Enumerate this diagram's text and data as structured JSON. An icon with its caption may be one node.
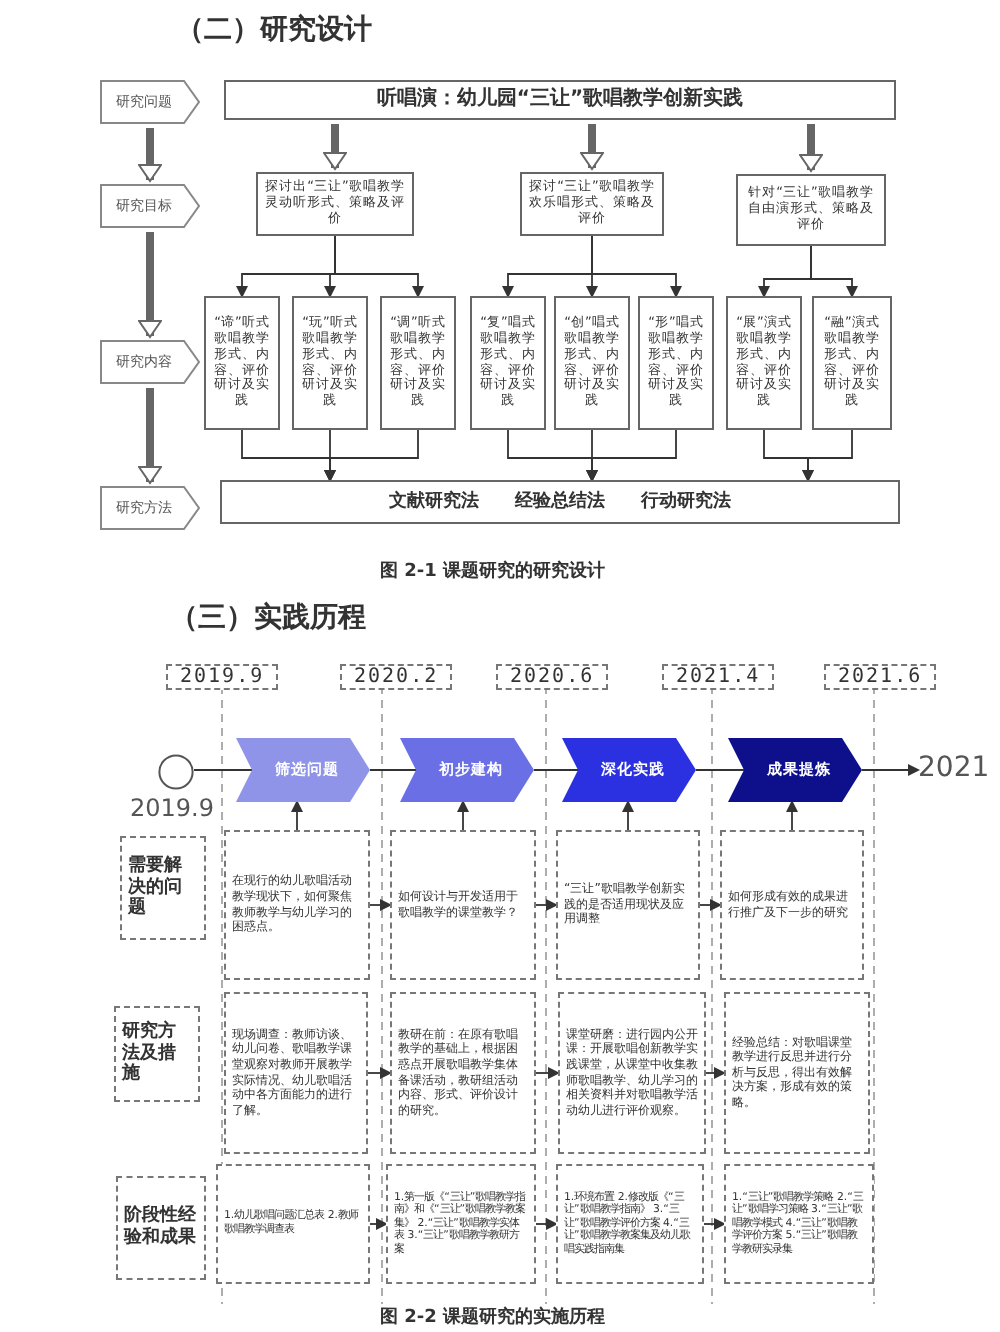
{
  "diagram": {
    "title": "（二）研究设计",
    "caption": "图 2-1 课题研究的研究设计",
    "nodes": [
      {
        "text": [
          "研究问题"
        ]
      },
      {
        "text": [
          "听唱演：幼儿园“三让”歌唱教学创新实践"
        ]
      },
      {
        "text": [
          "研究目标"
        ]
      },
      {
        "text": [
          "探讨出“三让”歌唱教学灵动听形式、策略及评价"
        ]
      },
      {
        "text": [
          "探讨“三让”歌唱教学欢乐唱形式、策略及评价"
        ]
      },
      {
        "text": [
          "针对“三让”歌唱教学自由演形式、策略及评价"
        ]
      },
      {
        "text": [
          "研究内容"
        ]
      },
      {
        "text": [
          "“谛”听式歌唱教学形式、内容、评价研讨及实践"
        ]
      },
      {
        "text": [
          "“玩”听式歌唱教学形式、内容、评价研讨及实践"
        ]
      },
      {
        "text": [
          "“调”听式歌唱教学形式、内容、评价研讨及实践"
        ]
      },
      {
        "text": [
          "“复”唱式歌唱教学形式、内容、评价研讨及实践"
        ]
      },
      {
        "text": [
          "“创”唱式歌唱教学形式、内容、评价研讨及实践"
        ]
      },
      {
        "text": [
          "“形”唱式歌唱教学形式、内容、评价研讨及实践"
        ]
      },
      {
        "text": [
          "“展”演式歌唱教学形式、内容、评价研讨及实践"
        ]
      },
      {
        "text": [
          "“融”演式歌唱教学形式、内容、评价研讨及实践"
        ]
      },
      {
        "text": [
          "研究方法"
        ]
      },
      {
        "text": [
          "文献研究法",
          "经验总结法",
          "行动研究法"
        ]
      },
      {
        "text": [],
        "shape": "circle",
        "beside": [
          "2019.9"
        ]
      },
      {
        "text": [
          "筛选问题"
        ]
      },
      {
        "text": [
          "初步建构"
        ]
      },
      {
        "text": [
          "深化实践"
        ]
      },
      {
        "text": [
          "成果提炼"
        ]
      },
      {
        "text": [
          "需要解决的问题"
        ]
      },
      {
        "text": [
          "在现行的幼儿歌唱活动教学现状下，如何聚焦教师教学与幼儿学习的困惑点。"
        ]
      },
      {
        "text": [
          "如何设计与开发适用于歌唱教学的课堂教学？"
        ]
      },
      {
        "text": [
          "“三让”歌唱教学创新实践的是否适用现状及应用调整"
        ]
      },
      {
        "text": [
          "如何形成有效的成果进行推广及下一步的研究"
        ]
      },
      {
        "text": [
          "研究方法及措施"
        ]
      },
      {
        "text": [
          "现场调查：教师访谈、幼儿问卷、歌唱教学课堂观察对教师开展教学实际情况、幼儿歌唱活动中各方面能力的进行了解。"
        ]
      },
      {
        "text": [
          "教研在前：在原有歌唱教学的基础上，根据困惑点开展歌唱教学集体备课活动，教研组活动内容、形式、评价设计的研究。"
        ]
      },
      {
        "text": [
          "课堂研磨：进行园内公开课：开展歌唱创新教学实践课堂，从课堂中收集教师歌唱教学、幼儿学习的相关资料并对歌唱教学活动幼儿进行评价观察。"
        ]
      },
      {
        "text": [
          "经验总结：对歌唱课堂教学进行反思并进行分析与反思，得出有效解决方案，形成有效的策略。"
        ]
      },
      {
        "text": [
          "阶段性经验和成果"
        ]
      },
      {
        "text": [
          "1.幼儿歌唱问题汇总表 2.教师歌唱教学调查表"
        ]
      },
      {
        "text": [
          "1.第一版《“三让”歌唱教学指南》和《“三让”歌唱教学教案集》 2.“三让”歌唱教学实体表 3.“三让”歌唱教学教研方案"
        ]
      },
      {
        "text": [
          "1.环境布置 2.修改版《“三让”歌唱教学指南》 3.“三让”歌唱教学评价方案 4.“三让”歌唱教学教案集及幼儿歌唱实践指南集"
        ]
      },
      {
        "text": [
          "1.“三让”歌唱教学策略 2.“三让”歌唱学习策略 3.“三让”歌唱教学模式 4.“三让”歌唱教学评价方案 5.“三让”歌唱教学教研实录集"
        ]
      },
      {
        "text": [
          "2021"
        ]
      }
    ],
    "edges": [
      {
        "from": 0,
        "to": 2,
        "arrow": "to",
        "style": "thick"
      },
      {
        "from": 2,
        "to": 6,
        "arrow": "to",
        "style": "thick"
      },
      {
        "from": 6,
        "to": 15,
        "arrow": "to",
        "style": "thick"
      },
      {
        "from": 1,
        "to": 3,
        "arrow": "to",
        "style": "thick"
      },
      {
        "from": 1,
        "to": 4,
        "arrow": "to",
        "style": "thick"
      },
      {
        "from": 1,
        "to": 5,
        "arrow": "to",
        "style": "thick"
      },
      {
        "from": 3,
        "to": 7,
        "arrow": "to"
      },
      {
        "from": 3,
        "to": 8,
        "arrow": "to"
      },
      {
        "from": 3,
        "to": 9,
        "arrow": "to"
      },
      {
        "from": 4,
        "to": 10,
        "arrow": "to"
      },
      {
        "from": 4,
        "to": 11,
        "arrow": "to"
      },
      {
        "from": 4,
        "to": 12,
        "arrow": "to"
      },
      {
        "from": 5,
        "to": 13,
        "arrow": "to"
      },
      {
        "from": 5,
        "to": 14,
        "arrow": "to"
      },
      {
        "from": 7,
        "to": 16,
        "arrow": "to"
      },
      {
        "from": 8,
        "to": 16,
        "arrow": "to"
      },
      {
        "from": 9,
        "to": 16,
        "arrow": "to"
      },
      {
        "from": 10,
        "to": 16,
        "arrow": "to"
      },
      {
        "from": 11,
        "to": 16,
        "arrow": "to"
      },
      {
        "from": 12,
        "to": 16,
        "arrow": "to"
      },
      {
        "from": 13,
        "to": 16,
        "arrow": "to"
      },
      {
        "from": 14,
        "to": 16,
        "arrow": "to"
      },
      {
        "from": 17,
        "to": 18,
        "arrow": "none"
      },
      {
        "from": 18,
        "to": 19,
        "arrow": "none"
      },
      {
        "from": 19,
        "to": 20,
        "arrow": "none"
      },
      {
        "from": 20,
        "to": 21,
        "arrow": "none"
      },
      {
        "from": 21,
        "to": 37,
        "arrow": "to"
      },
      {
        "from": 23,
        "to": 18,
        "arrow": "to"
      },
      {
        "from": 24,
        "to": 19,
        "arrow": "to"
      },
      {
        "from": 25,
        "to": 20,
        "arrow": "to"
      },
      {
        "from": 26,
        "to": 21,
        "arrow": "to"
      },
      {
        "from": 23,
        "to": 24,
        "arrow": "to"
      },
      {
        "from": 24,
        "to": 25,
        "arrow": "to"
      },
      {
        "from": 25,
        "to": 26,
        "arrow": "to"
      },
      {
        "from": 28,
        "to": 29,
        "arrow": "to"
      },
      {
        "from": 29,
        "to": 30,
        "arrow": "to"
      },
      {
        "from": 30,
        "to": 31,
        "arrow": "to"
      },
      {
        "from": 33,
        "to": 34,
        "arrow": "to"
      },
      {
        "from": 34,
        "to": 35,
        "arrow": "to"
      },
      {
        "from": 35,
        "to": 36,
        "arrow": "to"
      }
    ],
    "labels": [
      "（三）实践历程",
      "2019.9",
      "2020.2",
      "2020.6",
      "2021.4",
      "2021.6",
      "图 2-2 课题研究的实施历程"
    ]
  }
}
